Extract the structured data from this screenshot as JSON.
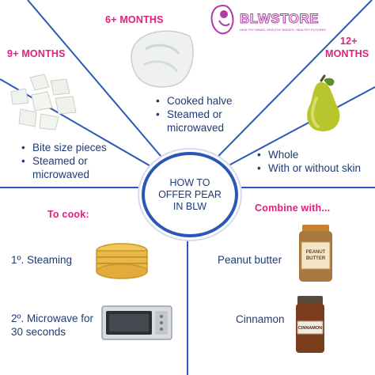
{
  "logo": {
    "brand": "BLWSTORE",
    "tagline": "HEALTHY MINDS, HEALTHY BODIES, HEALTHY FUTURES"
  },
  "center": {
    "text": "HOW TO\nOFFER PEAR\nIN BLW"
  },
  "sections": {
    "six_months": {
      "label": "6+ MONTHS",
      "bullets": [
        "Cooked halve",
        "Steamed or microwaved"
      ]
    },
    "nine_months": {
      "label": "9+ MONTHS",
      "bullets": [
        "Bite size pieces",
        "Steamed or microwaved"
      ]
    },
    "twelve_months": {
      "label_line1": "12+",
      "label_line2": "MONTHS",
      "bullets": [
        "Whole",
        "With or without skin"
      ]
    },
    "to_cook": {
      "label": "To cook:",
      "steps": [
        "1º. Steaming",
        "2º. Microwave for 30 seconds"
      ]
    },
    "combine": {
      "label": "Combine with...",
      "items": [
        "Peanut butter",
        "Cinnamon"
      ]
    }
  },
  "jar_labels": {
    "peanut": "PEANUT BUTTER",
    "cinnamon": "CINNAMON"
  },
  "colors": {
    "accent_pink": "#e0207a",
    "navy_text": "#1f3b73",
    "divider_blue": "#2a57b8"
  }
}
